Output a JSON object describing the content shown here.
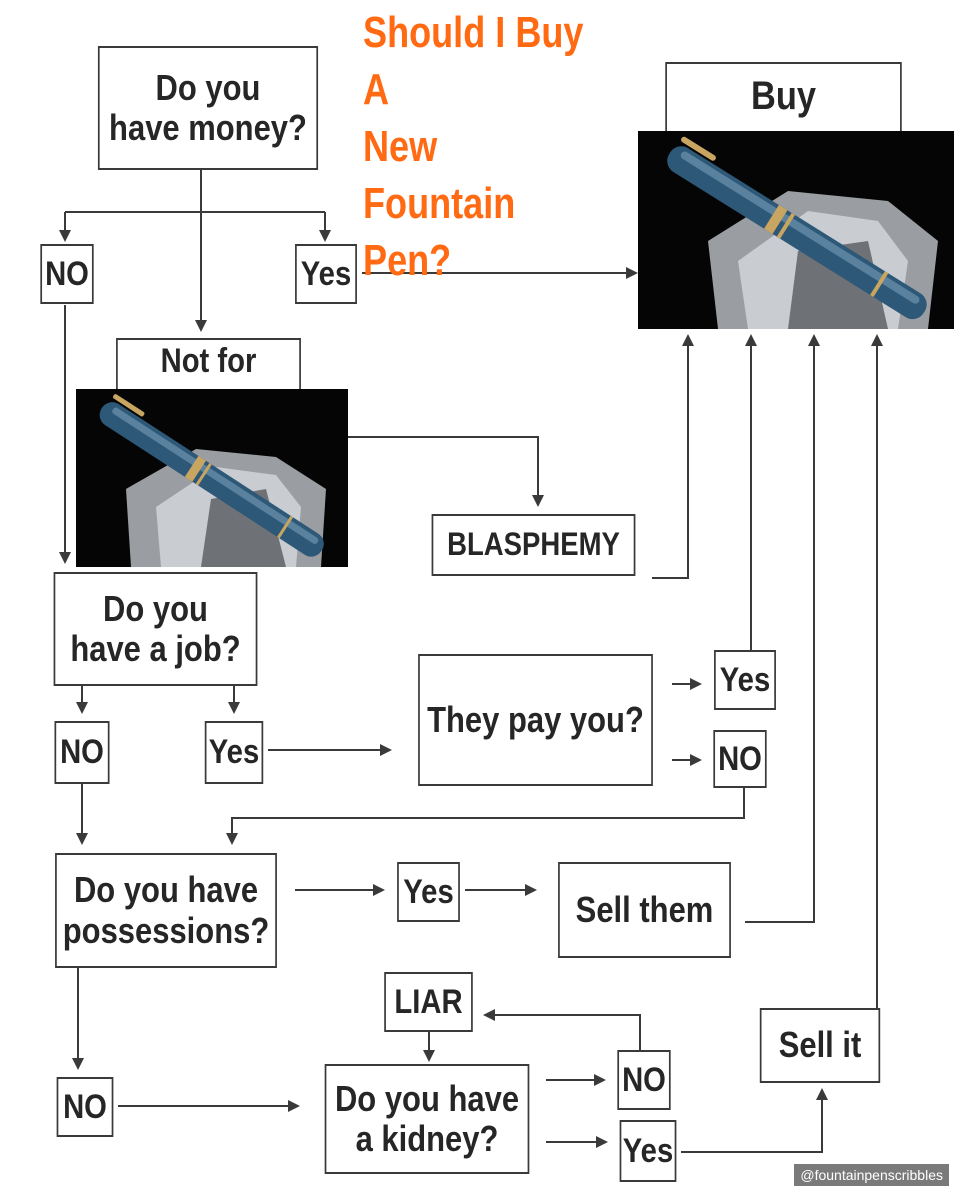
{
  "title": "Should I Buy A\nNew Fountain\nPen?",
  "boxes": {
    "q_money": "Do you\nhave money?",
    "money_no": "NO",
    "money_yes": "Yes",
    "not_for": "Not for",
    "buy": "Buy",
    "blasphemy": "BLASPHEMY",
    "q_job": "Do you\nhave a job?",
    "job_no": "NO",
    "job_yes": "Yes",
    "q_pay": "They pay you?",
    "pay_yes": "Yes",
    "pay_no": "NO",
    "q_possessions": "Do you have\npossessions?",
    "poss_yes": "Yes",
    "sell_them": "Sell them",
    "liar": "LIAR",
    "poss_no": "NO",
    "q_kidney": "Do you have\na kidney?",
    "kidney_no": "NO",
    "kidney_yes": "Yes",
    "sell_it": "Sell it"
  },
  "credit": "@fountainpenscribbles",
  "colors": {
    "title": "#ff6a13",
    "line": "#3a3a3a",
    "photo_bg": "#050505"
  },
  "icons": {
    "pen_photo": "fountain-pen-photo-icon"
  }
}
